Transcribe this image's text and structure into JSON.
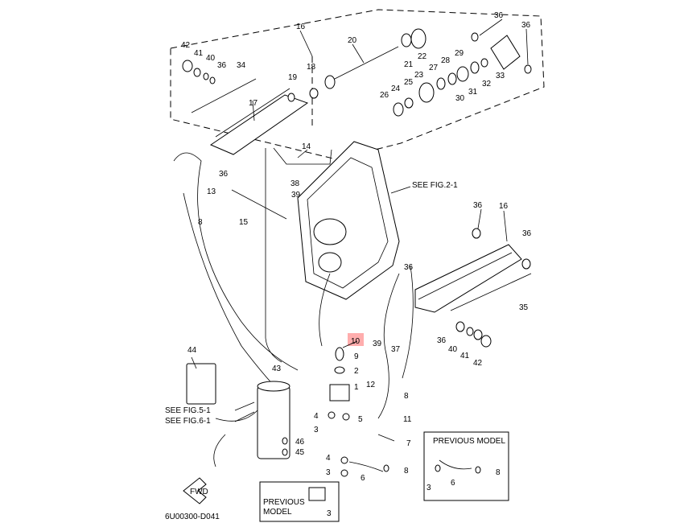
{
  "callouts": [
    {
      "id": "c1",
      "text": "16"
    },
    {
      "id": "c2",
      "text": "20"
    },
    {
      "id": "c3",
      "text": "36"
    },
    {
      "id": "c4",
      "text": "36"
    },
    {
      "id": "c5",
      "text": "42"
    },
    {
      "id": "c6",
      "text": "41"
    },
    {
      "id": "c7",
      "text": "40"
    },
    {
      "id": "c8",
      "text": "36"
    },
    {
      "id": "c9",
      "text": "34"
    },
    {
      "id": "c10",
      "text": "18"
    },
    {
      "id": "c11",
      "text": "19"
    },
    {
      "id": "c12",
      "text": "17"
    },
    {
      "id": "c13",
      "text": "22"
    },
    {
      "id": "c14",
      "text": "21"
    },
    {
      "id": "c15",
      "text": "29"
    },
    {
      "id": "c16",
      "text": "27"
    },
    {
      "id": "c17",
      "text": "28"
    },
    {
      "id": "c18",
      "text": "23"
    },
    {
      "id": "c19",
      "text": "25"
    },
    {
      "id": "c20",
      "text": "24"
    },
    {
      "id": "c21",
      "text": "26"
    },
    {
      "id": "c22",
      "text": "32"
    },
    {
      "id": "c23",
      "text": "33"
    },
    {
      "id": "c24",
      "text": "31"
    },
    {
      "id": "c25",
      "text": "30"
    },
    {
      "id": "c26",
      "text": "14"
    },
    {
      "id": "c27",
      "text": "36"
    },
    {
      "id": "c28",
      "text": "13"
    },
    {
      "id": "c29",
      "text": "38"
    },
    {
      "id": "c30",
      "text": "39"
    },
    {
      "id": "c31",
      "text": "8"
    },
    {
      "id": "c32",
      "text": "15"
    },
    {
      "id": "c33",
      "text": "36"
    },
    {
      "id": "c34",
      "text": "16"
    },
    {
      "id": "c35",
      "text": "36"
    },
    {
      "id": "c36",
      "text": "36"
    },
    {
      "id": "c37",
      "text": "35"
    },
    {
      "id": "c38",
      "text": "10"
    },
    {
      "id": "c39",
      "text": "9"
    },
    {
      "id": "c40",
      "text": "2"
    },
    {
      "id": "c41",
      "text": "39"
    },
    {
      "id": "c42",
      "text": "37"
    },
    {
      "id": "c43",
      "text": "36"
    },
    {
      "id": "c44",
      "text": "40"
    },
    {
      "id": "c45",
      "text": "41"
    },
    {
      "id": "c46",
      "text": "42"
    },
    {
      "id": "c47",
      "text": "44"
    },
    {
      "id": "c48",
      "text": "43"
    },
    {
      "id": "c49",
      "text": "1"
    },
    {
      "id": "c50",
      "text": "12"
    },
    {
      "id": "c51",
      "text": "8"
    },
    {
      "id": "c52",
      "text": "4"
    },
    {
      "id": "c53",
      "text": "3"
    },
    {
      "id": "c54",
      "text": "5"
    },
    {
      "id": "c55",
      "text": "11"
    },
    {
      "id": "c56",
      "text": "7"
    },
    {
      "id": "c57",
      "text": "46"
    },
    {
      "id": "c58",
      "text": "45"
    },
    {
      "id": "c59",
      "text": "4"
    },
    {
      "id": "c60",
      "text": "8"
    },
    {
      "id": "c61",
      "text": "3"
    },
    {
      "id": "c62",
      "text": "6"
    },
    {
      "id": "c63",
      "text": "8"
    },
    {
      "id": "c64",
      "text": "3"
    },
    {
      "id": "c65",
      "text": "6"
    },
    {
      "id": "c66",
      "text": "3"
    }
  ],
  "see_fig_2": "SEE FIG.2-1",
  "see_fig_5": "SEE FIG.5-1",
  "see_fig_6": "SEE FIG.6-1",
  "prev_model_1": "PREVIOUS MODEL",
  "prev_model_2a": "PREVIOUS",
  "prev_model_2b": "MODEL",
  "fwd": "FWD",
  "drawing_code": "6U00300-D041"
}
